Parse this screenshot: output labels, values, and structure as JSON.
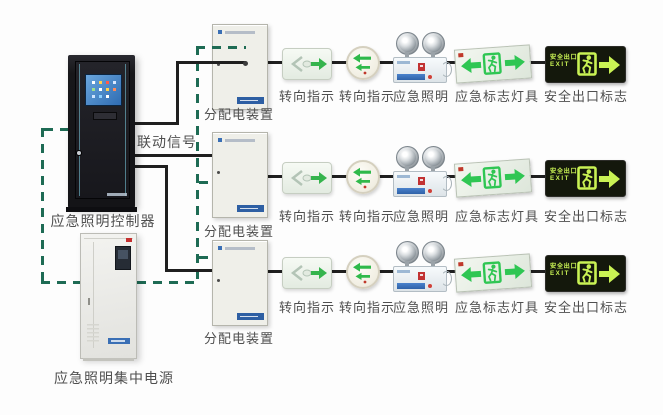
{
  "colors": {
    "signal_wire": "#1f1f1f",
    "power_wire_dashed_green": "#1e6b54",
    "indicator_green": "#35b44d",
    "sign_lamp_green": "#2fc653",
    "exit_sign_glow_green": "#c9f254",
    "label_text": "#4f4f4f"
  },
  "left_group": {
    "controller_label": "应急照明控制器",
    "power_supply_label": "应急照明集中电源",
    "linkage_signal_label": "联动信号"
  },
  "rows": [
    {
      "distribution_label": "分配电装置",
      "direction_indicator_label": "转向指示",
      "direction_indicator2_label": "转向指示",
      "emergency_light_label": "应急照明",
      "sign_lamp_label": "应急标志灯具",
      "exit_sign_label": "安全出口标志"
    },
    {
      "distribution_label": "分配电装置",
      "direction_indicator_label": "转向指示",
      "direction_indicator2_label": "转向指示",
      "emergency_light_label": "应急照明",
      "sign_lamp_label": "应急标志灯具",
      "exit_sign_label": "安全出口标志"
    },
    {
      "distribution_label": "分配电装置",
      "direction_indicator_label": "转向指示",
      "direction_indicator2_label": "转向指示",
      "emergency_light_label": "应急照明",
      "sign_lamp_label": "应急标志灯具",
      "exit_sign_label": "安全出口标志"
    }
  ],
  "exit_sign": {
    "text_line1": "安全出口",
    "text_line2": "EXIT"
  }
}
